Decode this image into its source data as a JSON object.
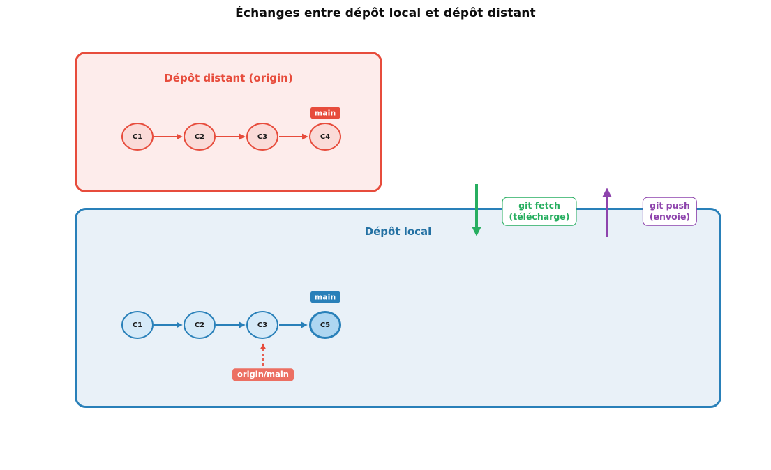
{
  "page_title": "Échanges entre dépôt local et dépôt distant",
  "remote_repo": {
    "title": "Dépôt distant (origin)",
    "branch_badge": "main",
    "commits": [
      "C1",
      "C2",
      "C3",
      "C4"
    ]
  },
  "local_repo": {
    "title": "Dépôt local",
    "branch_badge": "main",
    "remote_tracking_badge": "origin/main",
    "commits": [
      "C1",
      "C2",
      "C3",
      "C5"
    ]
  },
  "operations": {
    "fetch": {
      "name": "git fetch",
      "description": "(télécharge)"
    },
    "push": {
      "name": "git push",
      "description": "(envoie)"
    }
  },
  "colors": {
    "remote_accent": "#e74c3c",
    "remote_fill": "#fdeceb",
    "remote_commit_fill": "#fadbd8",
    "local_accent": "#2980b9",
    "local_title": "#2471a3",
    "local_fill": "#e9f1f8",
    "local_commit_fill": "#d6eaf8",
    "local_head_commit_fill": "#aed6f1",
    "remote_tracking_badge_bg": "#ec7063",
    "fetch_arrow": "#27ae60",
    "push_arrow": "#8e44ad"
  }
}
